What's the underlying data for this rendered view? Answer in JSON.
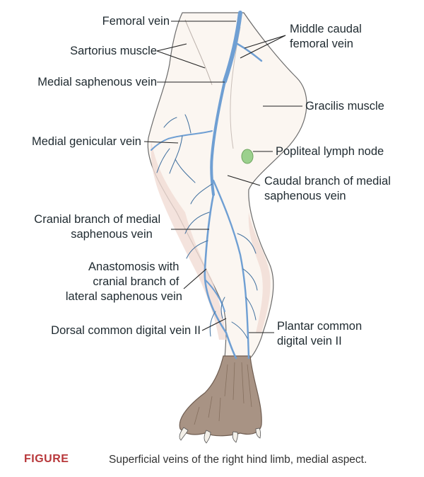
{
  "labels": {
    "femoral_vein": "Femoral vein",
    "sartorius_muscle": "Sartorius muscle",
    "medial_saphenous_vein": "Medial saphenous vein",
    "middle_caudal_femoral_vein": [
      "Middle caudal",
      "femoral vein"
    ],
    "gracilis_muscle": "Gracilis muscle",
    "medial_genicular_vein": "Medial genicular vein",
    "popliteal_lymph_node": "Popliteal lymph node",
    "caudal_branch": [
      "Caudal branch of medial",
      "saphenous vein"
    ],
    "cranial_branch": [
      "Cranial branch of medial",
      "saphenous vein"
    ],
    "anastomosis": [
      "Anastomosis with",
      "cranial branch of",
      "lateral saphenous vein"
    ],
    "dorsal_common_digital": "Dorsal common digital vein II",
    "plantar_common_digital": [
      "Plantar common",
      "digital vein II"
    ]
  },
  "caption": {
    "figure_label": "FIGURE",
    "text": "Superficial veins of the right hind limb, medial aspect."
  },
  "colors": {
    "skin": "#fbf6f1",
    "skin_shade": "#f1dcd4",
    "vein": "#6f9fd3",
    "vein_dark": "#3f6f9e",
    "lymph_node": "#9bd08d",
    "paw": "#a89384",
    "caption_label": "#b8373a"
  }
}
